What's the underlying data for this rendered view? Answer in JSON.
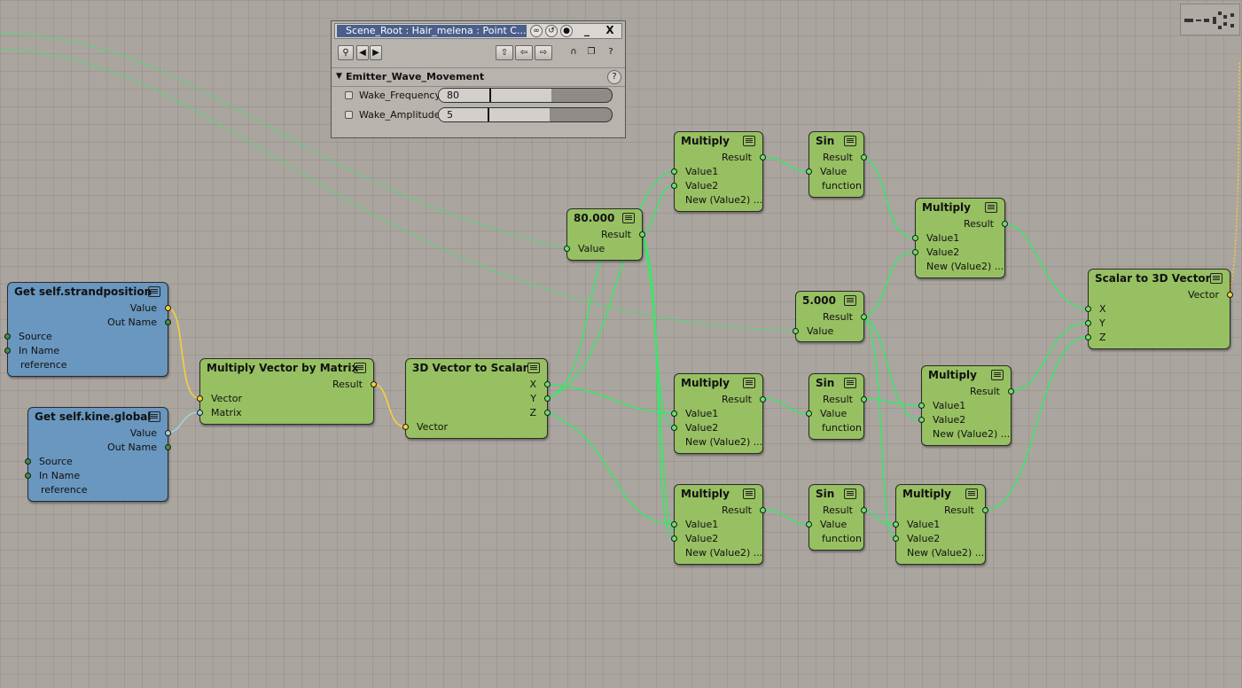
{
  "panel": {
    "title": "Scene_Root : Hair_melena : Point C...",
    "section": "Emitter_Wave_Movement",
    "help_icon": "help-icon",
    "params": [
      {
        "label": "Wake_Frequency",
        "value": "80",
        "slider_fraction": 0.65
      },
      {
        "label": "Wake_Amplitude",
        "value": "5",
        "slider_fraction": 0.64
      }
    ],
    "close_label": "X",
    "minimize_label": "_"
  },
  "nodes": {
    "strandposition": {
      "title": "Get self.strandposition",
      "out1": "Value",
      "out2": "Out Name",
      "in1": "Source",
      "in2": "In Name",
      "extra": "reference"
    },
    "kineglobal": {
      "title": "Get self.kine.global",
      "out1": "Value",
      "out2": "Out Name",
      "in1": "Source",
      "in2": "In Name",
      "extra": "reference"
    },
    "mulvec": {
      "title": "Multiply Vector by Matrix",
      "out1": "Result",
      "in1": "Vector",
      "in2": "Matrix"
    },
    "vec2scalar": {
      "title": "3D Vector to Scalar",
      "out1": "X",
      "out2": "Y",
      "out3": "Z",
      "in1": "Vector"
    },
    "const80": {
      "title": "80.000",
      "out1": "Result",
      "in1": "Value"
    },
    "const5": {
      "title": "5.000",
      "out1": "Result",
      "in1": "Value"
    },
    "mul_top": {
      "title": "Multiply",
      "out1": "Result",
      "in1": "Value1",
      "in2": "Value2",
      "in3": "New (Value2) ..."
    },
    "sin_top": {
      "title": "Sin",
      "out1": "Result",
      "in1": "Value",
      "extra": "function"
    },
    "mul_top2": {
      "title": "Multiply",
      "out1": "Result",
      "in1": "Value1",
      "in2": "Value2",
      "in3": "New (Value2) ..."
    },
    "mul_mid": {
      "title": "Multiply",
      "out1": "Result",
      "in1": "Value1",
      "in2": "Value2",
      "in3": "New (Value2) ..."
    },
    "sin_mid": {
      "title": "Sin",
      "out1": "Result",
      "in1": "Value",
      "extra": "function"
    },
    "mul_mid2": {
      "title": "Multiply",
      "out1": "Result",
      "in1": "Value1",
      "in2": "Value2",
      "in3": "New (Value2) ..."
    },
    "mul_bot": {
      "title": "Multiply",
      "out1": "Result",
      "in1": "Value1",
      "in2": "Value2",
      "in3": "New (Value2) ..."
    },
    "sin_bot": {
      "title": "Sin",
      "out1": "Result",
      "in1": "Value",
      "extra": "function"
    },
    "mul_bot2": {
      "title": "Multiply",
      "out1": "Result",
      "in1": "Value1",
      "in2": "Value2",
      "in3": "New (Value2) ..."
    },
    "scalar2vec": {
      "title": "Scalar to 3D Vector",
      "out1": "Vector",
      "in1": "X",
      "in2": "Y",
      "in3": "Z"
    }
  },
  "colors": {
    "wire_green": "#3fe36a",
    "wire_yellow": "#f2d13a",
    "wire_cyan": "#9fd2dc",
    "node_green": "#97c062",
    "node_blue": "#6997bf",
    "canvas": "#aba59f"
  }
}
